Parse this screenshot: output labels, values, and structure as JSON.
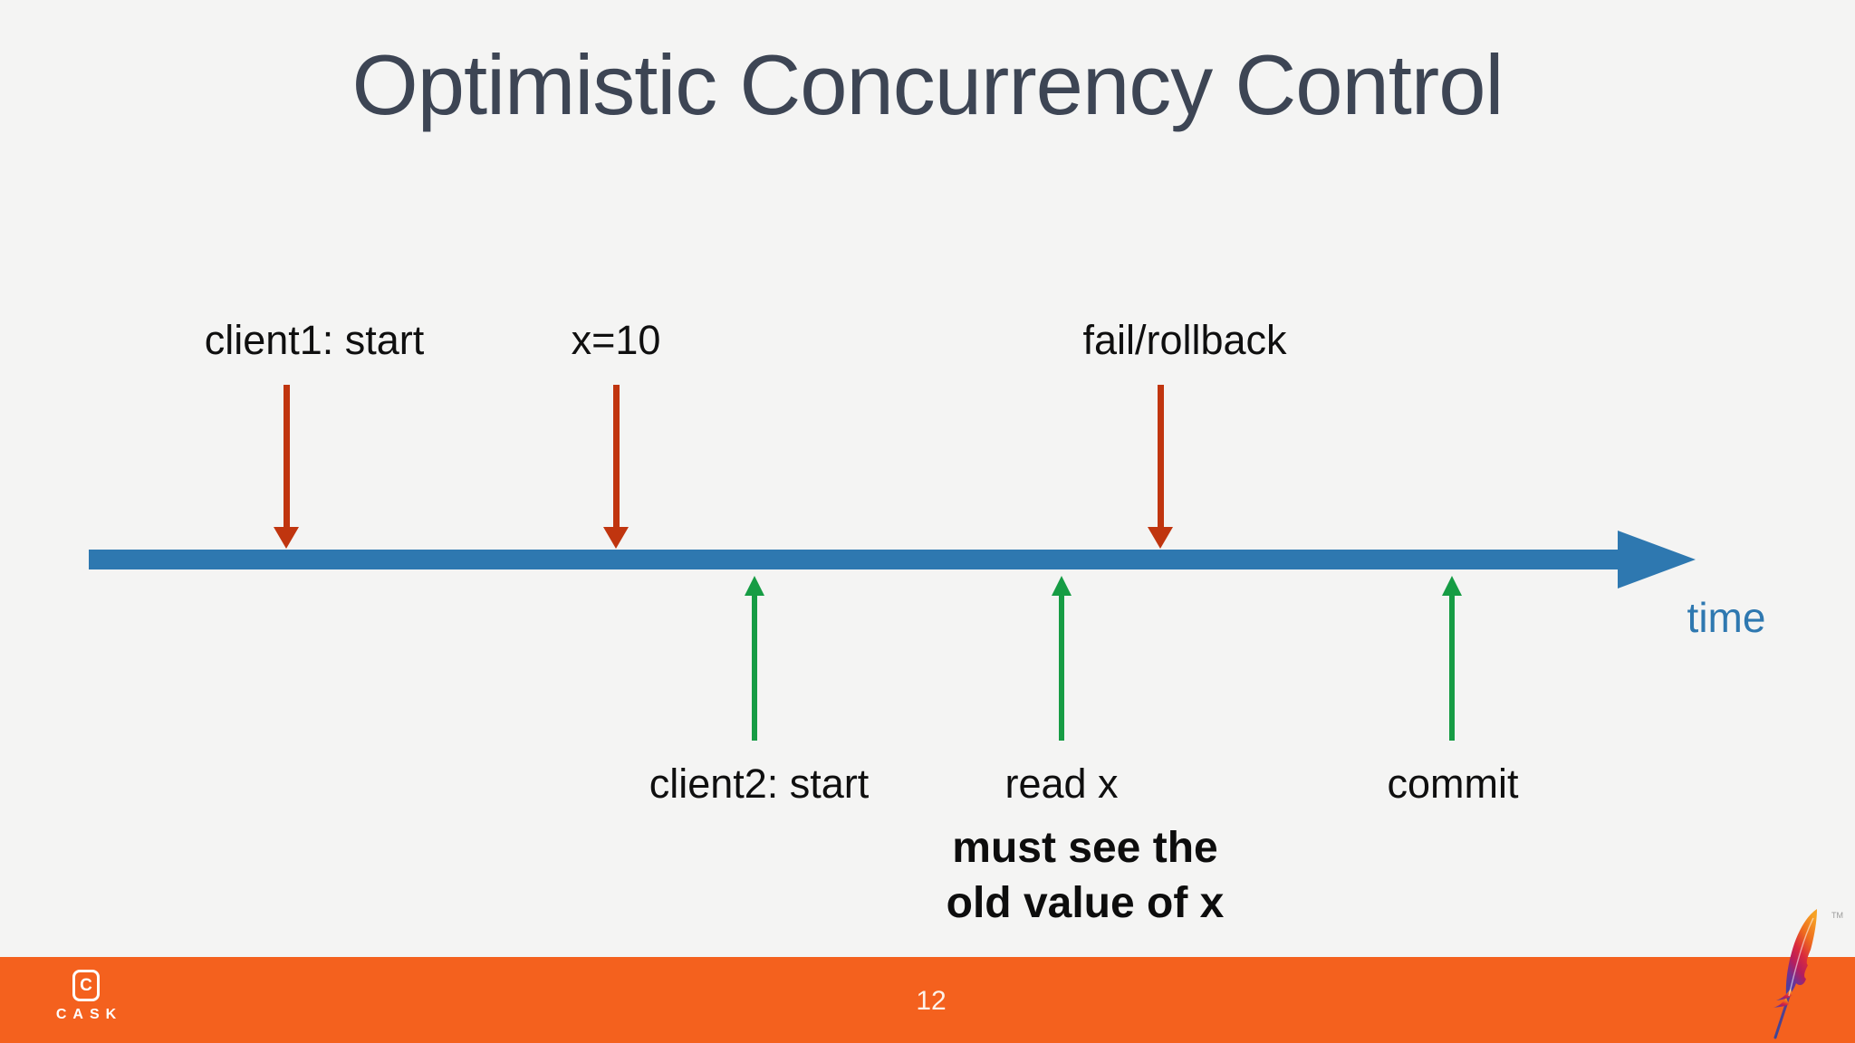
{
  "slide": {
    "title": "Optimistic Concurrency Control",
    "time_label": "time",
    "client1_events": [
      {
        "label": "client1: start"
      },
      {
        "label": "x=10"
      },
      {
        "label": "fail/rollback"
      }
    ],
    "client2_events": [
      {
        "label": "client2: start"
      },
      {
        "label": "read x"
      },
      {
        "label": "commit"
      }
    ],
    "note_line1": "must see the",
    "note_line2": "old value of x",
    "footer": {
      "page_number": "12",
      "brand_initial": "C",
      "brand": "CASK",
      "trademark": "TM"
    },
    "colors": {
      "background": "#f4f4f3",
      "title_text": "#3d4554",
      "timeline_blue": "#2e78b0",
      "client1_arrow_red": "#c0350f",
      "client2_arrow_green": "#169c44",
      "footer_orange": "#f4611e"
    }
  }
}
